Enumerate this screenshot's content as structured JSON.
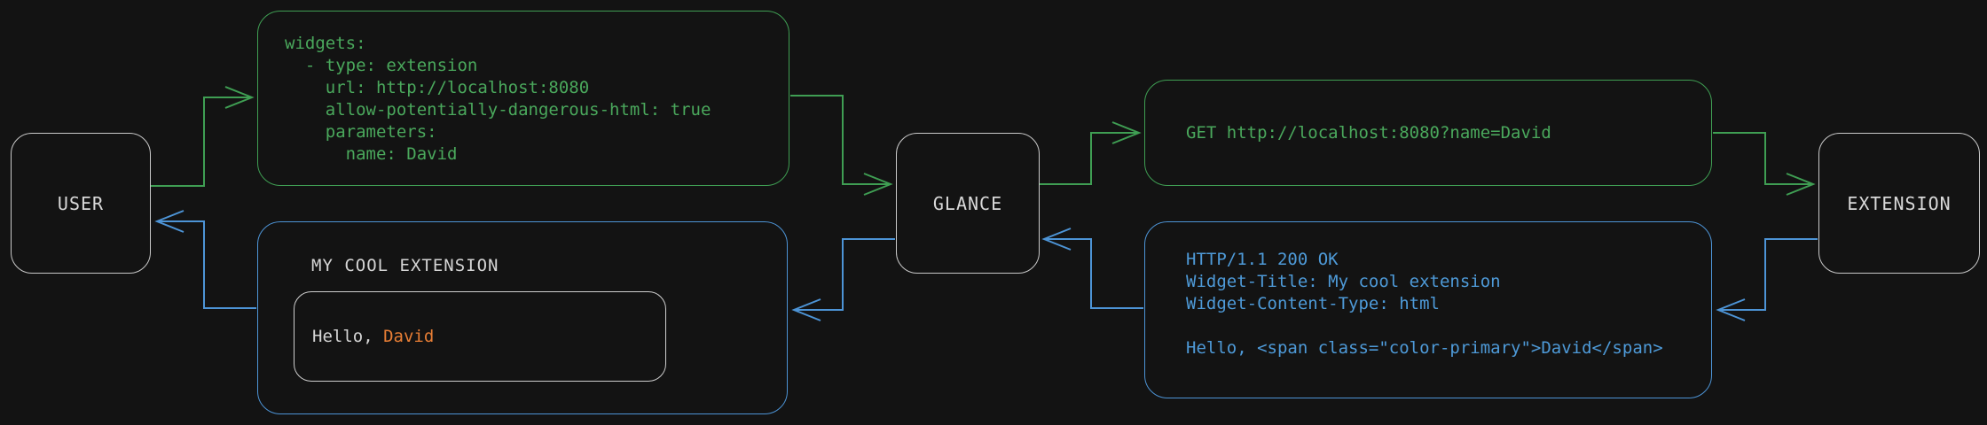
{
  "diagram": {
    "nodes": {
      "user": {
        "label": "USER"
      },
      "glance": {
        "label": "GLANCE"
      },
      "extension": {
        "label": "EXTENSION"
      }
    },
    "config_box": {
      "code": "widgets:\n  - type: extension\n    url: http://localhost:8080\n    allow-potentially-dangerous-html: true\n    parameters:\n      name: David"
    },
    "request_box": {
      "code": "GET http://localhost:8080?name=David"
    },
    "response_box": {
      "code": "HTTP/1.1 200 OK\nWidget-Title: My cool extension\nWidget-Content-Type: html\n\nHello, <span class=\"color-primary\">David</span>"
    },
    "widget_box": {
      "title": "MY COOL EXTENSION",
      "greeting_prefix": "Hello, ",
      "greeting_name": "David"
    },
    "colors": {
      "background": "#131313",
      "green_line": "#3f9e53",
      "green_text": "#4aa85c",
      "blue_line": "#4d94d6",
      "blue_text": "#4e9ad8",
      "orange_name": "#e87e35",
      "box_border_gray": "#c9c9c9",
      "text_gray": "#d5d5d5"
    },
    "connections": [
      {
        "from": "user",
        "to": "config-box",
        "color": "green"
      },
      {
        "from": "config-box",
        "to": "glance",
        "color": "green"
      },
      {
        "from": "glance",
        "to": "request-box",
        "color": "green"
      },
      {
        "from": "request-box",
        "to": "extension",
        "color": "green"
      },
      {
        "from": "extension",
        "to": "response-box",
        "color": "blue"
      },
      {
        "from": "response-box",
        "to": "glance",
        "color": "blue"
      },
      {
        "from": "glance",
        "to": "widget-box",
        "color": "blue"
      },
      {
        "from": "widget-box",
        "to": "user",
        "color": "blue"
      }
    ]
  }
}
